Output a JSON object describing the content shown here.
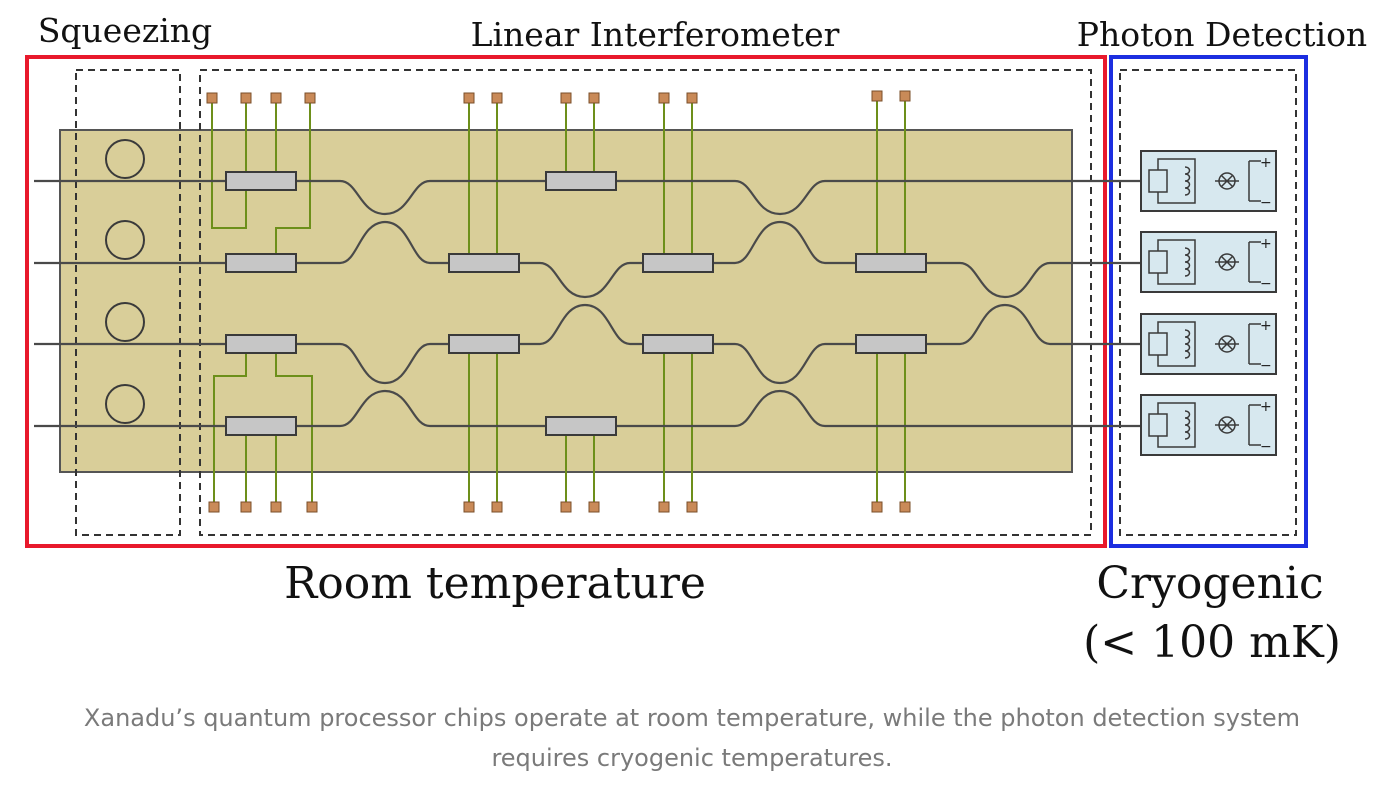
{
  "labels": {
    "squeezing": "Squeezing",
    "interferometer": "Linear Interferometer",
    "detection": "Photon Detection",
    "room_temperature": "Room temperature",
    "cryogenic": "Cryogenic",
    "cryogenic_temp": "(< 100 mK)"
  },
  "caption": {
    "line1": "Xanadu’s quantum processor chips operate at room temperature, while the photon detection system",
    "line2": "requires cryogenic temperatures."
  },
  "detector_symbols": {
    "plus": "+",
    "minus": "−"
  },
  "colors": {
    "chip_fill": "#d9ce99",
    "room_box": "#e8192c",
    "cryo_box": "#1c2ee0",
    "electrode": "#6d8f1a",
    "pad": "#c98a58",
    "phase_shifter": "#c6c6c6",
    "detector_fill": "#d7e8ef",
    "waveguide": "#4a4a4a",
    "caption": "#7a7a7a"
  }
}
